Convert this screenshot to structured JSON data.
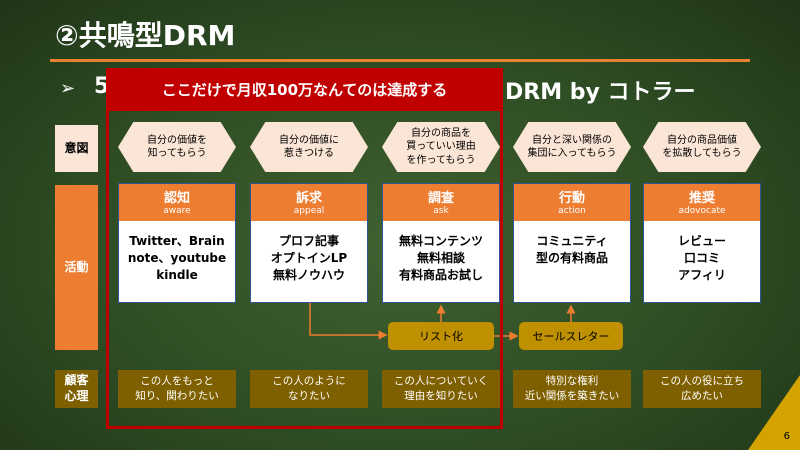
{
  "title": "②共鳴型DRM",
  "subtitle": {
    "bullet": "➢",
    "prefix": "5",
    "suffix": "DRM by コトラー"
  },
  "highlight": {
    "label": "ここだけで月収100万なんてのは達成する"
  },
  "row_labels": {
    "intent": "意図",
    "activity": "活動",
    "psychology": "顧客心理"
  },
  "columns": [
    {
      "intent": "自分の価値を\n知ってもらう",
      "title": "認知",
      "en": "aware",
      "body": "Twitter、Brain\nnote、youtube\nkindle",
      "psychology": "この人をもっと\n知り、関わりたい"
    },
    {
      "intent": "自分の価値に\n惹きつける",
      "title": "訴求",
      "en": "appeal",
      "body": "プロフ記事\nオプトインLP\n無料ノウハウ",
      "psychology": "この人のように\nなりたい"
    },
    {
      "intent": "自分の商品を\n買っていい理由\nを作ってもらう",
      "title": "調査",
      "en": "ask",
      "body": "無料コンテンツ\n無料相談\n有料商品お試し",
      "psychology": "この人についていく\n理由を知りたい"
    },
    {
      "intent": "自分と深い関係の\n集団に入ってもらう",
      "title": "行動",
      "en": "action",
      "body": "コミュニティ\n型の有料商品",
      "psychology": "特別な権利\n近い関係を築きたい"
    },
    {
      "intent": "自分の商品価値\nを拡散してもらう",
      "title": "推奨",
      "en": "adovocate",
      "body": "レビュー\n口コミ\nアフィリ",
      "psychology": "この人の役に立ち\n広めたい"
    }
  ],
  "flow": {
    "list": "リスト化",
    "sales_letter": "セールスレター"
  },
  "page_number": "6"
}
